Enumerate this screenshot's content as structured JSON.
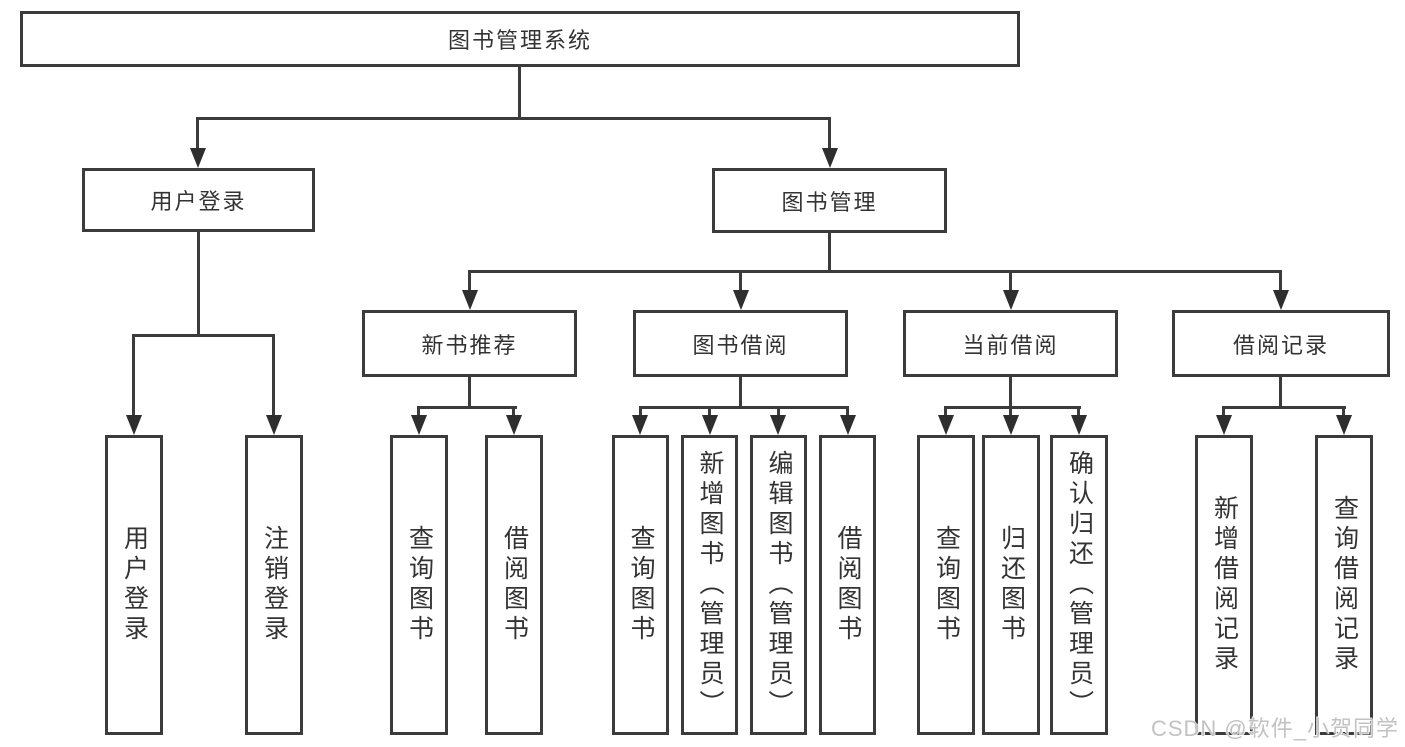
{
  "tree": {
    "root": {
      "label": "图书管理系统",
      "children": [
        {
          "label": "用户登录",
          "children": [
            {
              "label": "用户登录"
            },
            {
              "label": "注销登录"
            }
          ]
        },
        {
          "label": "图书管理",
          "children": [
            {
              "label": "新书推荐",
              "children": [
                {
                  "label": "查询图书"
                },
                {
                  "label": "借阅图书"
                }
              ]
            },
            {
              "label": "图书借阅",
              "children": [
                {
                  "label": "查询图书"
                },
                {
                  "label": "新增图书（管理员）"
                },
                {
                  "label": "编辑图书（管理员）"
                },
                {
                  "label": "借阅图书"
                }
              ]
            },
            {
              "label": "当前借阅",
              "children": [
                {
                  "label": "查询图书"
                },
                {
                  "label": "归还图书"
                },
                {
                  "label": "确认归还（管理员）"
                }
              ]
            },
            {
              "label": "借阅记录",
              "children": [
                {
                  "label": "新增借阅记录"
                },
                {
                  "label": "查询借阅记录"
                }
              ]
            }
          ]
        }
      ]
    }
  },
  "watermark": {
    "text": "CSDN @软件_小贺同学"
  },
  "colors": {
    "line": "#3b3b3b",
    "border": "#3b3b3b",
    "text": "#333333",
    "arrow": "#2e2e2e",
    "watermark": "#c2c2c2",
    "background": "#ffffff"
  }
}
